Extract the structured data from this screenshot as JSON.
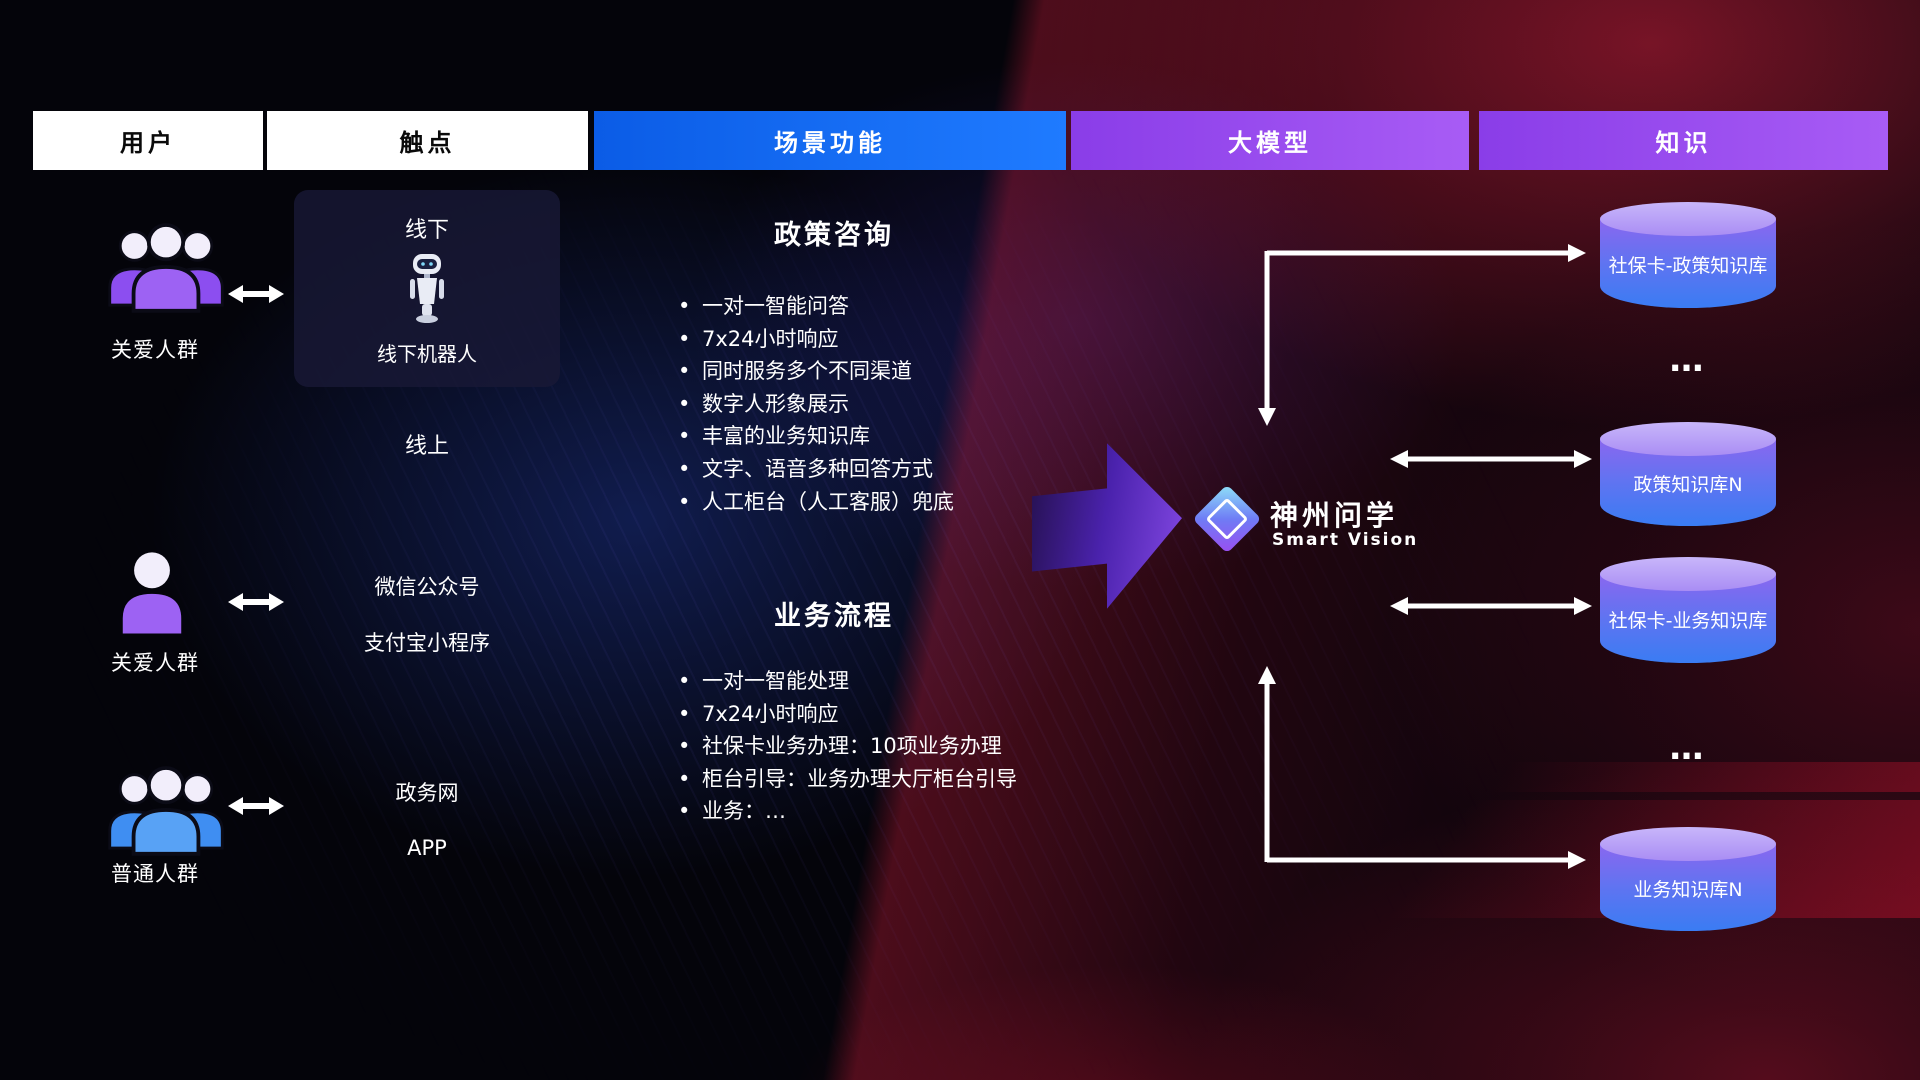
{
  "headers": [
    {
      "label": "用户"
    },
    {
      "label": "触点"
    },
    {
      "label": "场景功能"
    },
    {
      "label": "大模型"
    },
    {
      "label": "知识"
    }
  ],
  "users": [
    {
      "label": "关爱人群",
      "icon": "group-people-purple"
    },
    {
      "label": "关爱人群",
      "icon": "person-purple"
    },
    {
      "label": "普通人群",
      "icon": "group-people-blue"
    }
  ],
  "touchpoints": {
    "offline_title": "线下",
    "offline_robot": "线下机器人",
    "online_title": "线上",
    "channels": [
      "微信公众号",
      "支付宝小程序",
      "政务网",
      "APP"
    ]
  },
  "scenarios": [
    {
      "title": "政策咨询",
      "items": [
        "一对一智能问答",
        "7x24小时响应",
        "同时服务多个不同渠道",
        "数字人形象展示",
        "丰富的业务知识库",
        "文字、语音多种回答方式",
        "人工柜台（人工客服）兜底"
      ]
    },
    {
      "title": "业务流程",
      "items": [
        "一对一智能处理",
        "7x24小时响应",
        "社保卡业务办理：10项业务办理",
        "柜台引导：业务办理大厅柜台引导",
        "业务：…"
      ]
    }
  ],
  "model": {
    "name": "神州问学",
    "subtitle": "Smart Vision"
  },
  "knowledge": {
    "databases": [
      "社保卡-政策知识库",
      "政策知识库N",
      "社保卡-业务知识库",
      "业务知识库N"
    ],
    "ellipsis": "…"
  },
  "colors": {
    "header_blue": "#1470f5",
    "header_purple": "#9a4df0",
    "cylinder_top": "#b9a2f7",
    "cylinder_blue": "#3a7cf3",
    "arrow_purple": "#8a4df0",
    "bg_red": "#c01432",
    "bg_blue": "#2d55eb",
    "white": "#ffffff"
  }
}
